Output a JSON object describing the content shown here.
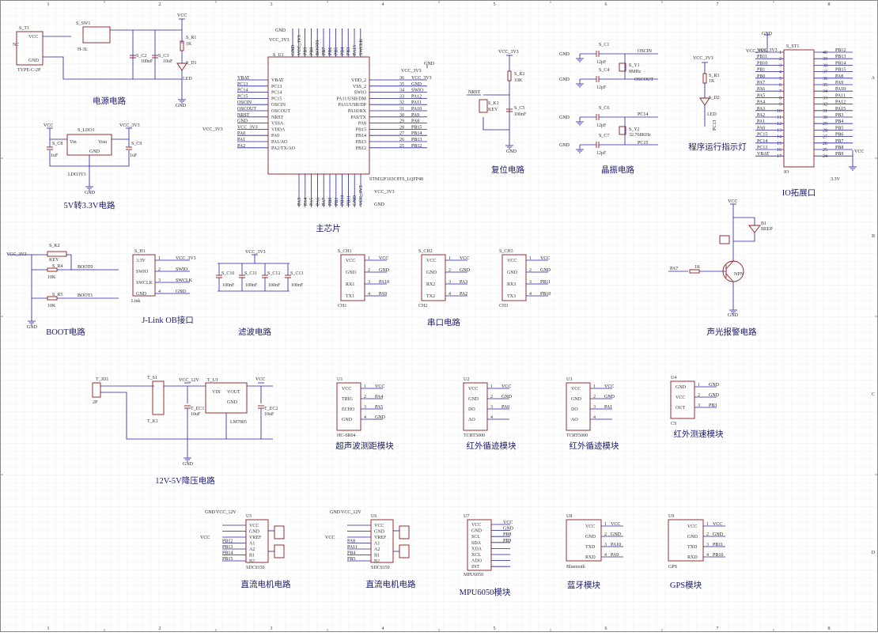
{
  "frame": {
    "col_labels": [
      "1",
      "2",
      "3",
      "4",
      "5",
      "6",
      "7",
      "8"
    ],
    "row_labels": [
      "A",
      "B",
      "C",
      "D"
    ]
  },
  "captions": {
    "power": "电源电路",
    "ldo": "5V转3.3V电路",
    "mcu": "主芯片",
    "reset": "复位电路",
    "crystal": "晶振电路",
    "led": "程序运行指示灯",
    "io": "IO拓展口",
    "boot": "BOOT电路",
    "jlink": "J-Link OB接口",
    "filter": "滤波电路",
    "serial": "串口电路",
    "alarm": "声光报警电路",
    "buck": "12V-5V降压电路",
    "ultrasonic": "超声波测距模块",
    "ir1": "红外循迹模块",
    "ir2": "红外循迹模块",
    "irspeed": "红外测速模块",
    "motor1": "直流电机电路",
    "motor2": "直流电机电路",
    "mpu": "MPU6050模块",
    "bt": "蓝牙模块",
    "gps": "GPS模块"
  },
  "power_block": {
    "t1": "S_T1",
    "t1_type": "TYPE-C-2P",
    "sw": "S_SW1",
    "sw_part": "H-3L",
    "c2": "S_C2",
    "c2v": "100nF",
    "c3": "S_C3",
    "c3v": "10uF",
    "r1": "S_R1",
    "r1v": "1K",
    "d1": "S_D1",
    "d1v": "LED",
    "vcc": "VCC",
    "gnd": "GND",
    "nc": "NC"
  },
  "ldo_block": {
    "u": "S_LDO1",
    "in": "Vin",
    "out": "Vout",
    "gnd": "GND",
    "part": "LDO3V3",
    "c8": "S_C8",
    "c9": "S_C9",
    "cv": "1uF",
    "vcc": "VCC",
    "vcc33": "VCC_3V3"
  },
  "mcu": {
    "ref": "S_U1",
    "part": "STM32F103C8T6_LQFP48",
    "left_pins": [
      "VBAT",
      "PC13",
      "PC14",
      "PC15",
      "OSCIN",
      "OSCOUT",
      "NRST",
      "VSSA",
      "VDDA",
      "PA0",
      "PA1/AO",
      "PA2/TX/AO"
    ],
    "left_nets": [
      "VBAT",
      "PC13",
      "PC14",
      "PC15",
      "OSCIN",
      "OSCOUT",
      "NRST",
      "GND",
      "VCC_3V3",
      "PA0",
      "PA1",
      "PA2"
    ],
    "right_pins": [
      "VDD_2",
      "VSS_2",
      "SWIO",
      "PA11/USB/DM",
      "PA11/USB/DP",
      "PA10/RX",
      "PA9/TX",
      "PA8",
      "PB15",
      "PB14",
      "PB13",
      "PB12"
    ],
    "right_nums": [
      "36",
      "35",
      "34",
      "33",
      "32",
      "31",
      "30",
      "29",
      "28",
      "27",
      "26",
      "25"
    ],
    "right_nets": [
      "VCC_3V3",
      "GND",
      "SWIO",
      "PA12",
      "PA11",
      "PA10",
      "PA9",
      "PA8",
      "PB15",
      "PB14",
      "PB13",
      "PB12"
    ],
    "top_nets": [
      "GND",
      "VCC_3V3",
      "PB9",
      "PB8",
      "BOOT0",
      "PB7",
      "PB6",
      "PB5",
      "PB4",
      "PB3",
      "PA15",
      "SWCLK"
    ],
    "bottom_nets": [
      "PA3",
      "PA4",
      "PA5",
      "PA6",
      "PA7",
      "PB0",
      "PB1",
      "PB10",
      "PB11",
      "GND",
      "VCC_3V3"
    ],
    "vcc33": "VCC_3V3",
    "gnd": "GND"
  },
  "reset": {
    "vcc": "VCC_3V3",
    "r2": "S_R2",
    "r2v": "10K",
    "k1": "S_K1",
    "k1v": "KEY",
    "c5": "S_C5",
    "c5v": "100nF",
    "nrst": "NRST",
    "gnd": "GND"
  },
  "crystal": {
    "c1": "S_C1",
    "c4": "S_C4",
    "c6": "S_C6",
    "c7": "S_C7",
    "cv": "12pF",
    "y1": "S_Y1",
    "y1v": "8MHz",
    "y2": "S_Y2",
    "y2v": "32.768KHz",
    "oscin": "OSCIN",
    "oscout": "OSCOUT",
    "pc14": "PC14",
    "pc15": "PC15",
    "gnd": "GND"
  },
  "led": {
    "vcc": "VCC_3V3",
    "r3": "S_R3",
    "r3v": "1K",
    "d2": "S_D2",
    "d2v": "LED",
    "net": "PC13"
  },
  "io": {
    "ref": "S_ST1",
    "part": "IO",
    "vcc33": "VCC_3V3",
    "gnd": "GND",
    "vcc": "VCC",
    "v33": "3.3V",
    "left": [
      "VCC_3V3",
      "PB11",
      "PB10",
      "PB1",
      "PB0",
      "PA7",
      "PA6",
      "PA5",
      "PA4",
      "PA3",
      "PA2",
      "PA1",
      "PA0",
      "PC15",
      "PC14",
      "PC13",
      "VBAT"
    ],
    "right": [
      "PB12",
      "PB13",
      "PB14",
      "PB15",
      "PA8",
      "PA9",
      "PA10",
      "PA11",
      "PA12",
      "PA15",
      "PB3",
      "PB4",
      "PB5",
      "PB6",
      "PB7",
      "PB8",
      "PB9"
    ]
  },
  "boot": {
    "vcc33": "VCC_3V3",
    "k2": "S_K2",
    "k2v": "KEY",
    "r4": "S_R4",
    "r5": "S_R5",
    "rv": "10K",
    "boot0": "BOOT0",
    "boot1": "BOOT1",
    "gnd": "GND"
  },
  "jlink": {
    "ref": "S_H1",
    "part": "Link",
    "pins": [
      "3.3V",
      "SWIO",
      "SWCLK",
      "GND"
    ],
    "nets": [
      "VCC_3V3",
      "SWIO",
      "SWCLK",
      "GND"
    ]
  },
  "filter": {
    "vcc33": "VCC_3V3",
    "caps": [
      "S_C10",
      "S_C11",
      "S_C12",
      "S_C13"
    ],
    "cv": "100nF"
  },
  "serial": [
    {
      "ref": "S_CH1",
      "part": "CH1",
      "pins": [
        "VCC",
        "GND",
        "RX1",
        "TX1"
      ],
      "nets": [
        "VCC",
        "GND",
        "PA10",
        "PA9"
      ]
    },
    {
      "ref": "S_CH2",
      "part": "CH2",
      "pins": [
        "VCC",
        "GND",
        "RX2",
        "TX2"
      ],
      "nets": [
        "VCC",
        "GND",
        "PA3",
        "PA2"
      ]
    },
    {
      "ref": "S_CH3",
      "part": "CH3",
      "pins": [
        "VCC",
        "GND",
        "RX3",
        "TX3"
      ],
      "nets": [
        "VCC",
        "GND",
        "PB11",
        "PB10"
      ]
    }
  ],
  "alarm": {
    "vcc": "VCC",
    "b1": "B1",
    "b1v": "BEEP",
    "pa7": "PA7",
    "r": "1K",
    "q": "NPN",
    "gnd": "GND"
  },
  "buck": {
    "jd": "T_JD1",
    "jd_part": "2P",
    "s1": "T_S1",
    "k1": "T_K1",
    "vcc12": "VCC_12V",
    "vcc": "VCC",
    "u": "T_U1",
    "u_part": "LM7805",
    "vin": "VIN",
    "vout": "VOUT",
    "gnd": "GND",
    "ec1": "T_EC1",
    "ec2": "T_EC2",
    "ecv": "10uF"
  },
  "modules": [
    {
      "ref": "U1",
      "part": "HC-SR04",
      "pins": [
        "VCC",
        "TRIG",
        "ECHO",
        "GND"
      ],
      "nets": [
        "VCC",
        "PA4",
        "PA5",
        "GND"
      ]
    },
    {
      "ref": "U2",
      "part": "TCRT5000",
      "pins": [
        "VCC",
        "GND",
        "DO",
        "AO"
      ],
      "nets": [
        "VCC",
        "GND",
        "PA0",
        ""
      ]
    },
    {
      "ref": "U3",
      "part": "TCRT5000",
      "pins": [
        "VCC",
        "GND",
        "DO",
        "AO"
      ],
      "nets": [
        "VCC",
        "GND",
        "PA1",
        ""
      ]
    },
    {
      "ref": "U4",
      "part": "CS",
      "pins": [
        "GND",
        "VCC",
        "OUT"
      ],
      "nets": [
        "GND",
        "GND",
        "PB3"
      ]
    }
  ],
  "motors": [
    {
      "ref": "U5",
      "part": "SDC9150",
      "pins": [
        "VCC",
        "GND",
        "VREF",
        "A1",
        "A2",
        "B1",
        "B2"
      ],
      "nets": [
        "PB12",
        "PB13",
        "PB14",
        "PB15"
      ],
      "gnd": "GND",
      "vcc12": "VCC_12V",
      "vcc": "VCC"
    },
    {
      "ref": "U6",
      "part": "SDC9150",
      "pins": [
        "VCC",
        "GND",
        "VREF",
        "A1",
        "A2",
        "B1",
        "B2"
      ],
      "nets": [
        "PA8",
        "PA11",
        "PB4",
        "PB5"
      ],
      "gnd": "GND",
      "vcc12": "VCC_12V",
      "vcc": "VCC"
    }
  ],
  "mpu": {
    "ref": "U7",
    "part": "MPU6050",
    "pins": [
      "VCC",
      "GND",
      "SCL",
      "SDA",
      "XDA",
      "XCL",
      "ADO",
      "INT"
    ],
    "nets": [
      "VCC",
      "GND",
      "PB8",
      "PB9"
    ]
  },
  "bt": {
    "ref": "U8",
    "part": "Bluetooth",
    "pins": [
      "VCC",
      "GND",
      "TXD",
      "RXD"
    ],
    "nets": [
      "VCC",
      "GND",
      "PA10",
      "PA9"
    ]
  },
  "gps": {
    "ref": "U9",
    "part": "GPS",
    "pins": [
      "VCC",
      "GND",
      "TXD",
      "RXD"
    ],
    "nets": [
      "VCC",
      "GND",
      "PB11",
      "PB10"
    ]
  }
}
